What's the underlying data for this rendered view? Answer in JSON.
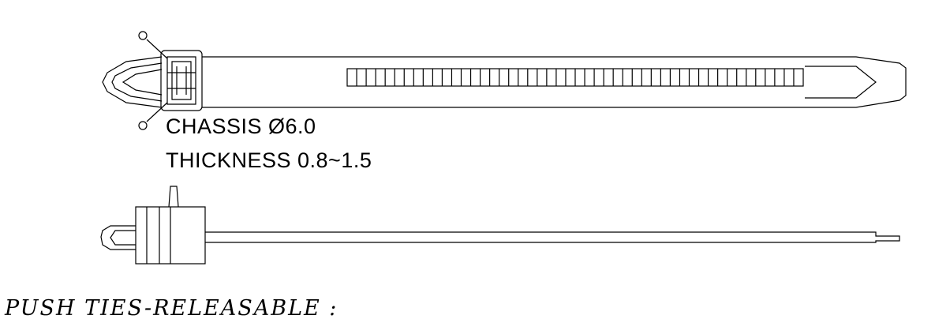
{
  "specs": {
    "chassis": "CHASSIS Ø6.0",
    "thickness": "THICKNESS 0.8~1.5"
  },
  "caption": "PUSH TIES-RELEASABLE :",
  "ratchet_slot_count": 48,
  "colors": {
    "line": "#000000",
    "background": "#ffffff"
  }
}
